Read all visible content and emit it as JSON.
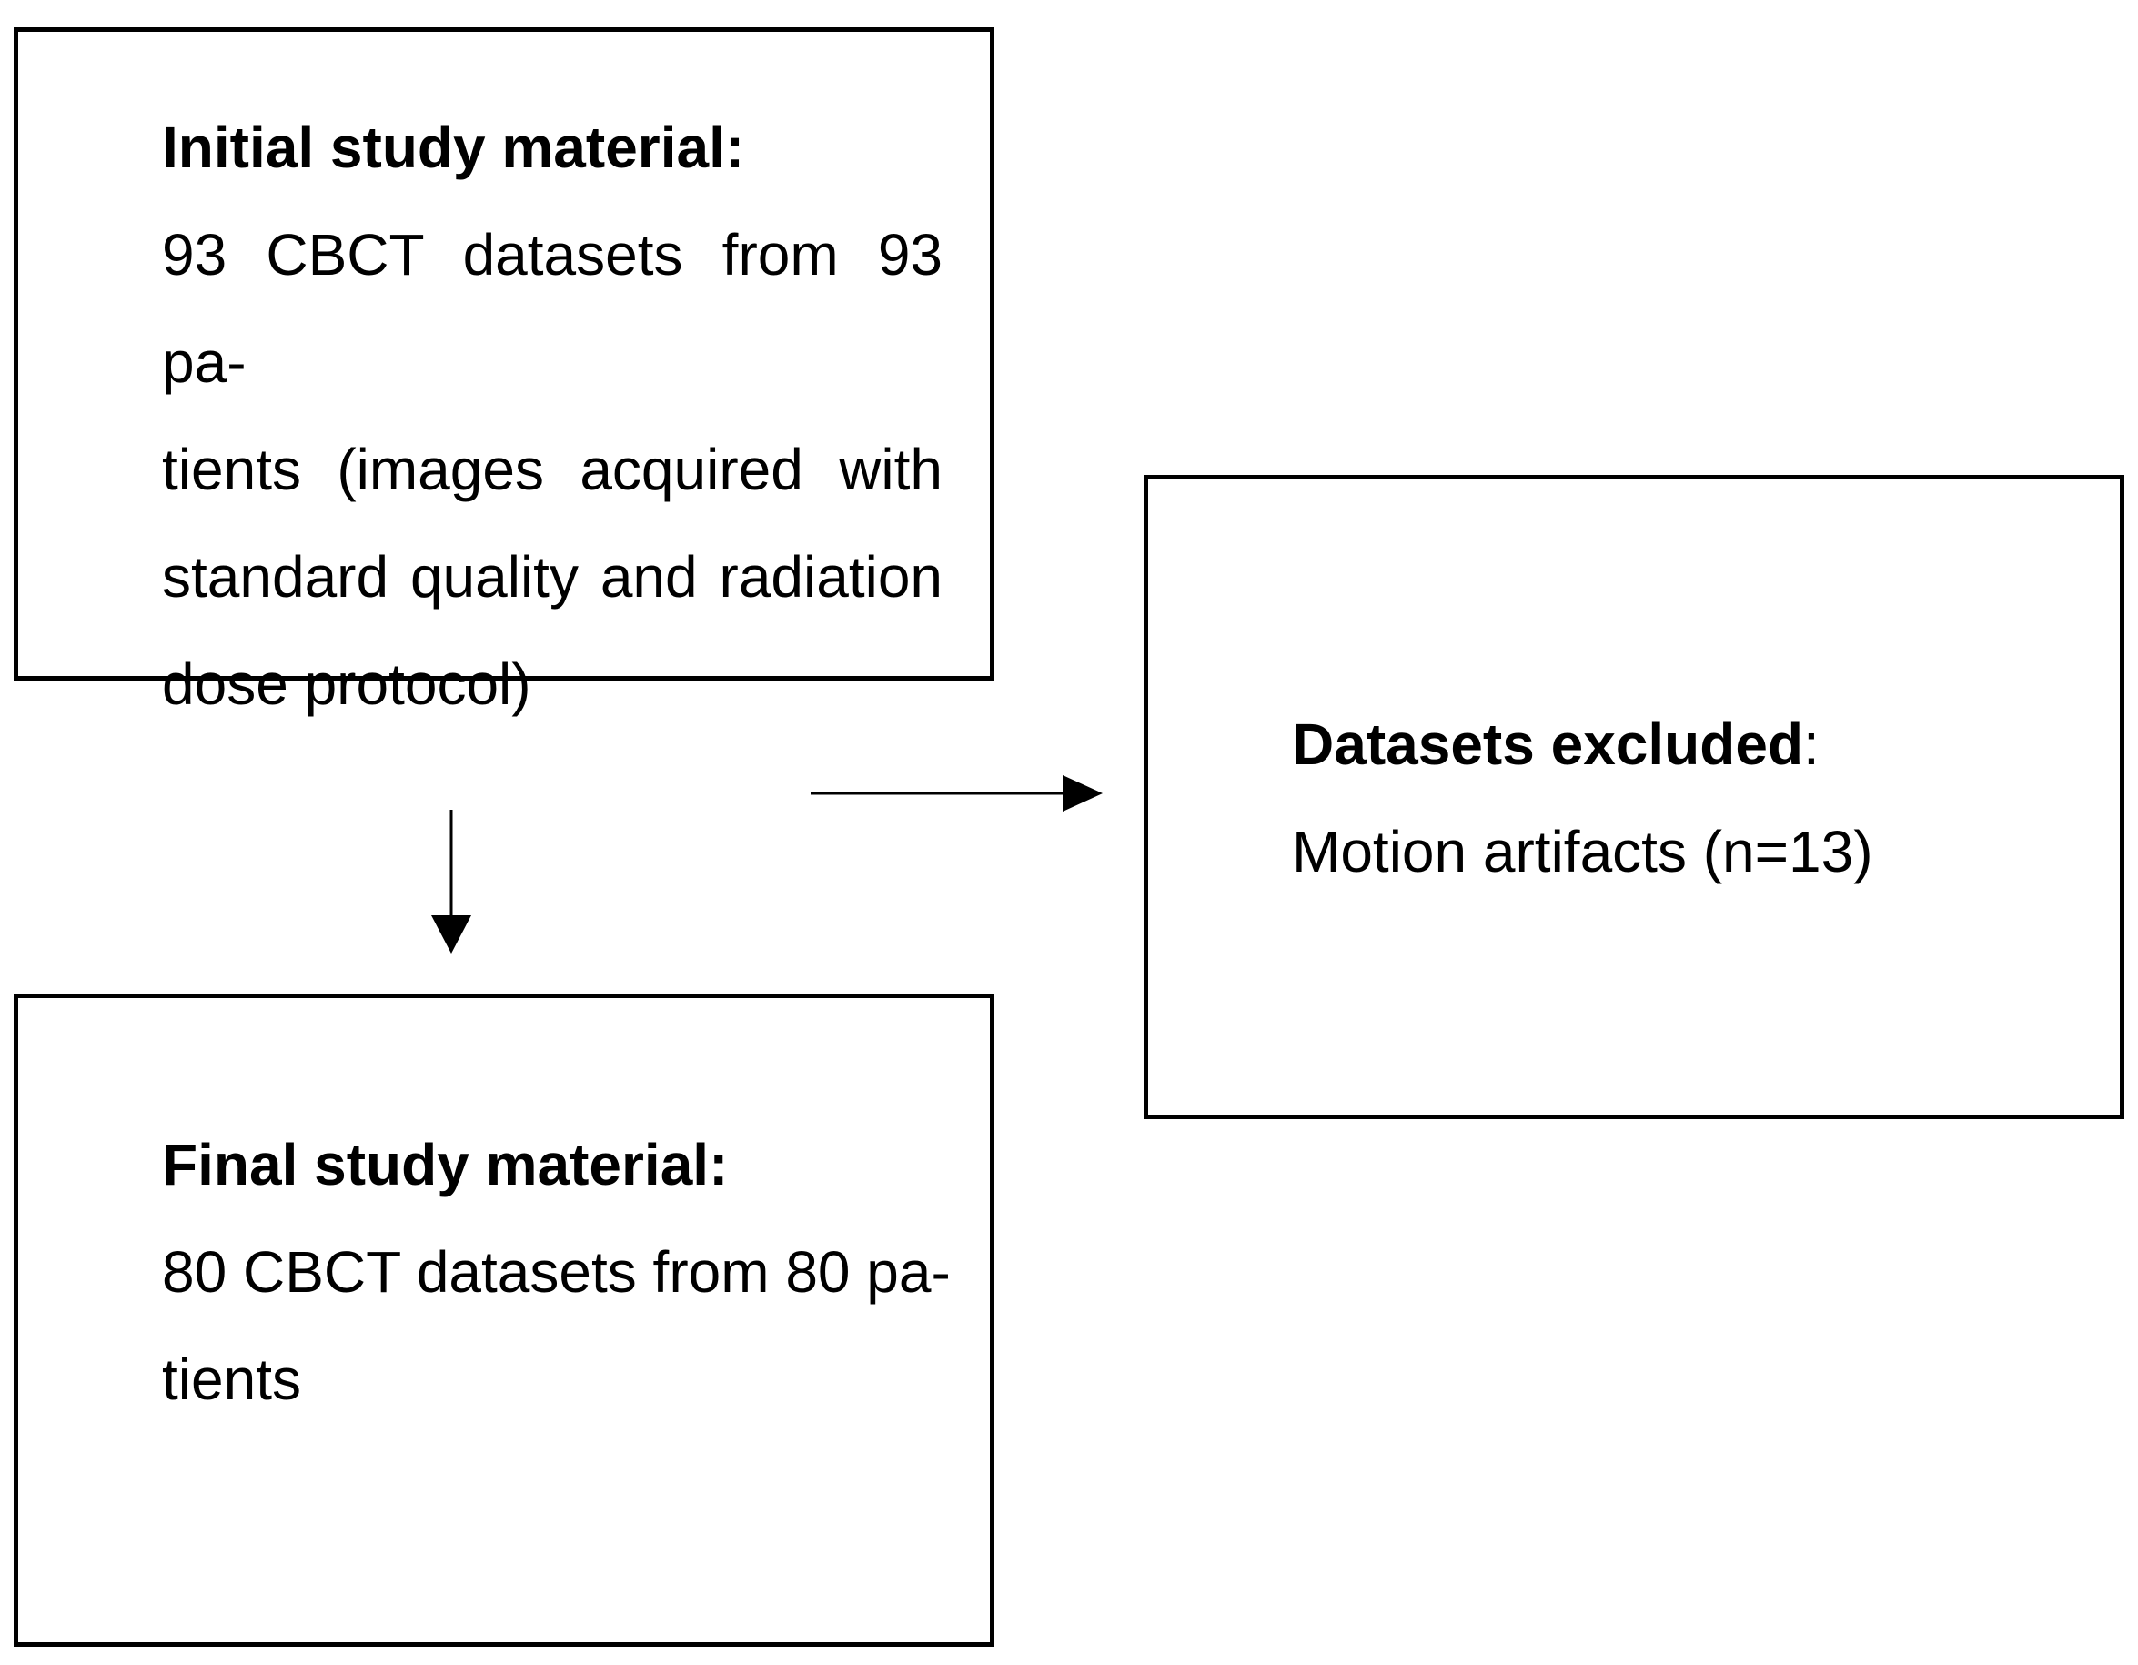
{
  "initial": {
    "title": "Initial study material:",
    "lines": [
      "93 CBCT datasets from 93 pa-",
      "tients (images acquired with",
      "standard quality and radiation",
      "dose protocol)"
    ]
  },
  "excluded": {
    "title": "Datasets excluded",
    "title_suffix": ":",
    "lines": [
      "Motion artifacts (n=13)"
    ]
  },
  "final": {
    "title": "Final study material:",
    "lines": [
      "80 CBCT datasets from 80 pa-",
      "tients"
    ]
  }
}
